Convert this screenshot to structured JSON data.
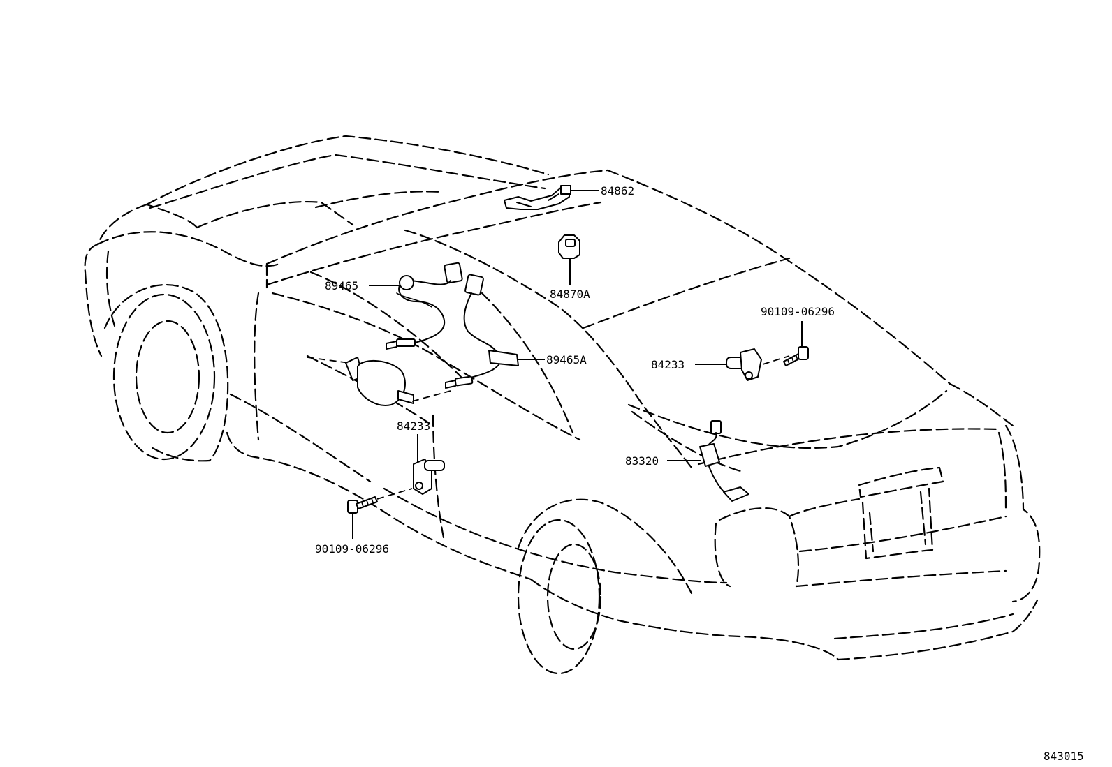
{
  "parts": [
    {
      "id": "p84862",
      "number": "84862"
    },
    {
      "id": "p84870A",
      "number": "84870A"
    },
    {
      "id": "p89465",
      "number": "89465"
    },
    {
      "id": "p89465A",
      "number": "89465A"
    },
    {
      "id": "p90109_upper",
      "number": "90109-06296"
    },
    {
      "id": "p84233_right",
      "number": "84233"
    },
    {
      "id": "p84233_left",
      "number": "84233"
    },
    {
      "id": "p83320",
      "number": "83320"
    },
    {
      "id": "p90109_lower",
      "number": "90109-06296"
    }
  ],
  "diagram_code": "843015"
}
